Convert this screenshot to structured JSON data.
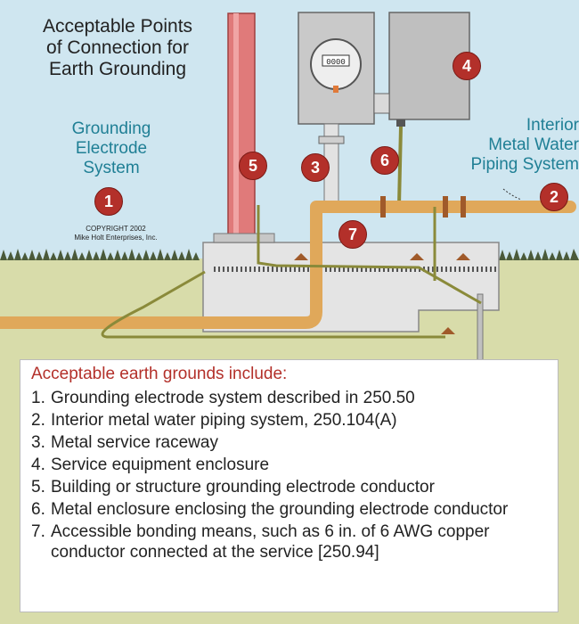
{
  "title": [
    "Acceptable Points",
    "of Connection for",
    "Earth Grounding"
  ],
  "electrode_caption": [
    "Grounding",
    "Electrode",
    "System"
  ],
  "piping_caption": [
    "Interior",
    "Metal Water",
    "Piping System"
  ],
  "copyright": [
    "COPYRIGHT 2002",
    "Mike Holt Enterprises, Inc."
  ],
  "meter_readout": "0000",
  "badges": [
    "1",
    "2",
    "3",
    "4",
    "5",
    "6",
    "7"
  ],
  "legend": {
    "heading": "Acceptable earth grounds include:",
    "items": [
      {
        "num": "1.",
        "text": "Grounding electrode system described in 250.50"
      },
      {
        "num": "2.",
        "text": "Interior metal water piping system, 250.104(A)"
      },
      {
        "num": "3.",
        "text": "Metal service raceway"
      },
      {
        "num": "4.",
        "text": "Service equipment enclosure"
      },
      {
        "num": "5.",
        "text": "Building or structure grounding electrode conductor"
      },
      {
        "num": "6.",
        "text": "Metal enclosure enclosing the grounding electrode conductor"
      },
      {
        "num": "7.",
        "text": "Accessible bonding means, such as 6 in. of 6 AWG copper conductor connected at the service [250.94]"
      }
    ]
  },
  "colors": {
    "sky": "#cfe6f0",
    "soil": "#d8dcaa",
    "column": "#e07a7a",
    "pipe": "#e0a85a",
    "concrete": "#e4e4e4",
    "enclosure": "#c9c9c9",
    "badge": "#b3302a",
    "caption": "#1f7f95"
  }
}
